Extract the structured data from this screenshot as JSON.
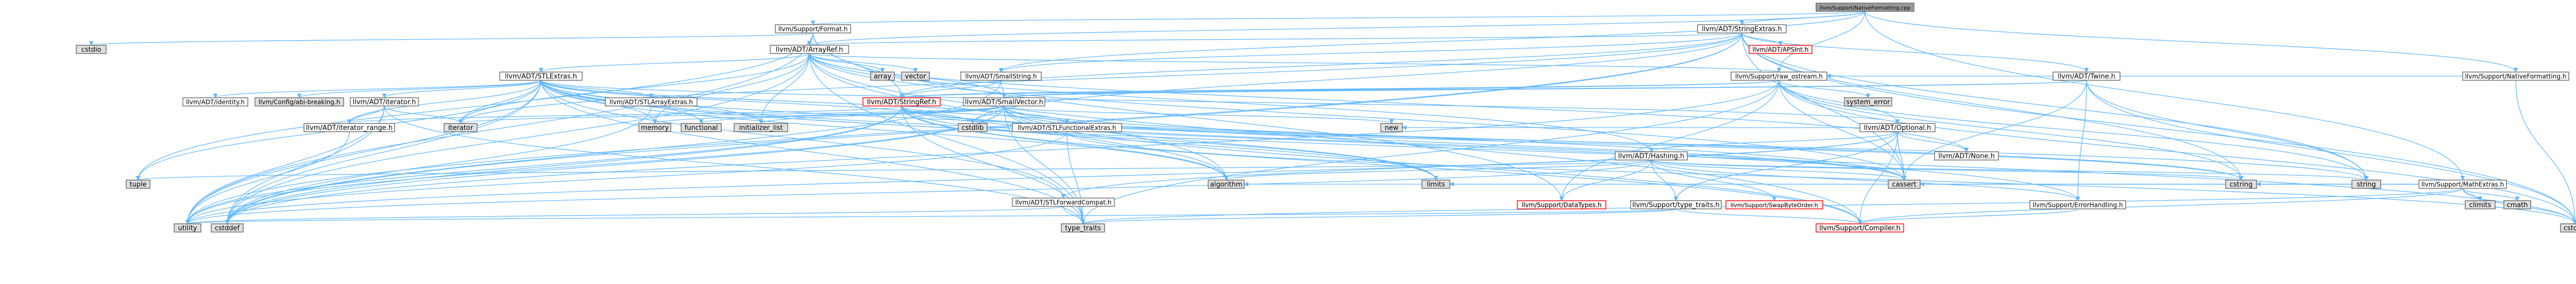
{
  "colors": {
    "root_fill": "#999999",
    "header_fill": "#ffffff",
    "std_fill": "#e0e0e0",
    "red_fill": "#fff0f0",
    "border": "#666666",
    "red_border": "#ff0000",
    "red_text": "#ff0000",
    "edge": "#63b8ff"
  },
  "nodes": [
    {
      "id": "root",
      "label": "llvm/Support/NativeFormatting.cpp",
      "kind": "root"
    },
    {
      "id": "format",
      "label": "llvm/Support/Format.h",
      "kind": "header"
    },
    {
      "id": "stringextras",
      "label": "llvm/ADT/StringExtras.h",
      "kind": "header"
    },
    {
      "id": "cstdio",
      "label": "cstdio",
      "kind": "std"
    },
    {
      "id": "arrayref",
      "label": "llvm/ADT/ArrayRef.h",
      "kind": "header"
    },
    {
      "id": "apsint",
      "label": "llvm/ADT/APSInt.h",
      "kind": "red"
    },
    {
      "id": "stlextras",
      "label": "llvm/ADT/STLExtras.h",
      "kind": "header"
    },
    {
      "id": "array",
      "label": "array",
      "kind": "std"
    },
    {
      "id": "vector",
      "label": "vector",
      "kind": "std"
    },
    {
      "id": "smallstring",
      "label": "llvm/ADT/SmallString.h",
      "kind": "header"
    },
    {
      "id": "rawostream",
      "label": "llvm/Support/raw_ostream.h",
      "kind": "header"
    },
    {
      "id": "twine",
      "label": "llvm/ADT/Twine.h",
      "kind": "header"
    },
    {
      "id": "nativeformatting",
      "label": "llvm/Support/NativeFormatting.h",
      "kind": "header"
    },
    {
      "id": "identity",
      "label": "llvm/ADT/identity.h",
      "kind": "header"
    },
    {
      "id": "configbreaking",
      "label": "llvm/Config/abi-breaking.h",
      "kind": "std"
    },
    {
      "id": "adtiterator",
      "label": "llvm/ADT/iterator.h",
      "kind": "header"
    },
    {
      "id": "stlarrayextras",
      "label": "llvm/ADT/STLArrayExtras.h",
      "kind": "header"
    },
    {
      "id": "stringref",
      "label": "llvm/ADT/StringRef.h",
      "kind": "red"
    },
    {
      "id": "smallvector",
      "label": "llvm/ADT/SmallVector.h",
      "kind": "header"
    },
    {
      "id": "systemerror",
      "label": "system_error",
      "kind": "std"
    },
    {
      "id": "optional",
      "label": "llvm/ADT/Optional.h",
      "kind": "header"
    },
    {
      "id": "iteratorrange",
      "label": "llvm/ADT/iterator_range.h",
      "kind": "header"
    },
    {
      "id": "iterator",
      "label": "iterator",
      "kind": "std"
    },
    {
      "id": "memory",
      "label": "memory",
      "kind": "std"
    },
    {
      "id": "functional",
      "label": "functional",
      "kind": "std"
    },
    {
      "id": "initializerlist",
      "label": "initializer_list",
      "kind": "std"
    },
    {
      "id": "stlfunctionalextras",
      "label": "llvm/ADT/STLFunctionalExtras.h",
      "kind": "header"
    },
    {
      "id": "cstdlib",
      "label": "cstdlib",
      "kind": "std"
    },
    {
      "id": "hashing",
      "label": "llvm/ADT/Hashing.h",
      "kind": "header"
    },
    {
      "id": "new",
      "label": "new",
      "kind": "std"
    },
    {
      "id": "none",
      "label": "llvm/ADT/None.h",
      "kind": "header"
    },
    {
      "id": "tuple",
      "label": "tuple",
      "kind": "std"
    },
    {
      "id": "stlforwardcompat",
      "label": "llvm/ADT/STLForwardCompat.h",
      "kind": "header"
    },
    {
      "id": "algorithm",
      "label": "algorithm",
      "kind": "std"
    },
    {
      "id": "limits",
      "label": "limits",
      "kind": "std"
    },
    {
      "id": "datatypes",
      "label": "llvm/Support/DataTypes.h",
      "kind": "red"
    },
    {
      "id": "typetraitsh",
      "label": "llvm/Support/type_traits.h",
      "kind": "header"
    },
    {
      "id": "swapbyteorder",
      "label": "llvm/Support/SwapByteOrder.h",
      "kind": "red"
    },
    {
      "id": "mathextras",
      "label": "llvm/Support/MathExtras.h",
      "kind": "header"
    },
    {
      "id": "cassert",
      "label": "cassert",
      "kind": "std"
    },
    {
      "id": "errorhandling",
      "label": "llvm/Support/ErrorHandling.h",
      "kind": "header"
    },
    {
      "id": "cstring",
      "label": "cstring",
      "kind": "std"
    },
    {
      "id": "string",
      "label": "string",
      "kind": "std"
    },
    {
      "id": "climits",
      "label": "climits",
      "kind": "std"
    },
    {
      "id": "cmath",
      "label": "cmath",
      "kind": "std"
    },
    {
      "id": "utility",
      "label": "utility",
      "kind": "std"
    },
    {
      "id": "cstddef",
      "label": "cstddef",
      "kind": "std"
    },
    {
      "id": "typetraits",
      "label": "type_traits",
      "kind": "std"
    },
    {
      "id": "compiler",
      "label": "llvm/Support/Compiler.h",
      "kind": "red"
    },
    {
      "id": "cstdint",
      "label": "cstdint",
      "kind": "std"
    }
  ],
  "edges": [
    [
      "root",
      "format"
    ],
    [
      "root",
      "stringextras"
    ],
    [
      "root",
      "nativeformatting"
    ],
    [
      "root",
      "arrayref"
    ],
    [
      "root",
      "smallstring"
    ],
    [
      "root",
      "rawostream"
    ],
    [
      "root",
      "mathextras"
    ],
    [
      "format",
      "cstdio"
    ],
    [
      "format",
      "arrayref"
    ],
    [
      "format",
      "stringref"
    ],
    [
      "format",
      "datatypes"
    ],
    [
      "format",
      "tuple"
    ],
    [
      "format",
      "utility"
    ],
    [
      "stringextras",
      "apsint"
    ],
    [
      "stringextras",
      "arrayref"
    ],
    [
      "stringextras",
      "smallstring"
    ],
    [
      "stringextras",
      "stringref"
    ],
    [
      "stringextras",
      "twine"
    ],
    [
      "stringextras",
      "cassert"
    ],
    [
      "stringextras",
      "cstddef"
    ],
    [
      "stringextras",
      "cstdint"
    ],
    [
      "stringextras",
      "cstdlib"
    ],
    [
      "stringextras",
      "cstring"
    ],
    [
      "stringextras",
      "iterator"
    ],
    [
      "stringextras",
      "string"
    ],
    [
      "stringextras",
      "utility"
    ],
    [
      "arrayref",
      "hashing"
    ],
    [
      "arrayref",
      "none"
    ],
    [
      "arrayref",
      "smallvector"
    ],
    [
      "arrayref",
      "stlextras"
    ],
    [
      "arrayref",
      "compiler"
    ],
    [
      "arrayref",
      "algorithm"
    ],
    [
      "arrayref",
      "array"
    ],
    [
      "arrayref",
      "cassert"
    ],
    [
      "arrayref",
      "cstddef"
    ],
    [
      "arrayref",
      "initializerlist"
    ],
    [
      "arrayref",
      "iterator"
    ],
    [
      "arrayref",
      "memory"
    ],
    [
      "arrayref",
      "typetraits"
    ],
    [
      "arrayref",
      "vector"
    ],
    [
      "stlextras",
      "identity"
    ],
    [
      "stlextras",
      "configbreaking"
    ],
    [
      "stlextras",
      "adtiterator"
    ],
    [
      "stlextras",
      "stlarrayextras"
    ],
    [
      "stlextras",
      "iteratorrange"
    ],
    [
      "stlextras",
      "stlforwardcompat"
    ],
    [
      "stlextras",
      "stlfunctionalextras"
    ],
    [
      "stlextras",
      "errorhandling"
    ],
    [
      "stlextras",
      "optional"
    ],
    [
      "stlextras",
      "algorithm"
    ],
    [
      "stlextras",
      "cassert"
    ],
    [
      "stlextras",
      "cstddef"
    ],
    [
      "stlextras",
      "cstdint"
    ],
    [
      "stlextras",
      "cstdlib"
    ],
    [
      "stlextras",
      "functional"
    ],
    [
      "stlextras",
      "initializerlist"
    ],
    [
      "stlextras",
      "iterator"
    ],
    [
      "stlextras",
      "limits"
    ],
    [
      "stlextras",
      "memory"
    ],
    [
      "stlextras",
      "tuple"
    ],
    [
      "stlextras",
      "typetraits"
    ],
    [
      "stlextras",
      "utility"
    ],
    [
      "adtiterator",
      "iteratorrange"
    ],
    [
      "adtiterator",
      "cstddef"
    ],
    [
      "adtiterator",
      "iterator"
    ],
    [
      "adtiterator",
      "typetraits"
    ],
    [
      "adtiterator",
      "utility"
    ],
    [
      "iteratorrange",
      "utility"
    ],
    [
      "stlarrayextras",
      "cstddef"
    ],
    [
      "stlfunctionalextras",
      "stlextras"
    ],
    [
      "stlfunctionalextras",
      "cstdint"
    ],
    [
      "stlfunctionalextras",
      "typetraits"
    ],
    [
      "stlfunctionalextras",
      "utility"
    ],
    [
      "stlforwardcompat",
      "typetraits"
    ],
    [
      "stlforwardcompat",
      "utility"
    ],
    [
      "smallstring",
      "smallvector"
    ],
    [
      "smallstring",
      "stringref"
    ],
    [
      "smallstring",
      "cstddef"
    ],
    [
      "smallvector",
      "compiler"
    ],
    [
      "smallvector",
      "typetraits"
    ],
    [
      "smallvector",
      "algorithm"
    ],
    [
      "smallvector",
      "cassert"
    ],
    [
      "smallvector",
      "cstddef"
    ],
    [
      "smallvector",
      "cstdlib"
    ],
    [
      "smallvector",
      "cstring"
    ],
    [
      "smallvector",
      "functional"
    ],
    [
      "smallvector",
      "initializerlist"
    ],
    [
      "smallvector",
      "iterator"
    ],
    [
      "smallvector",
      "limits"
    ],
    [
      "smallvector",
      "memory"
    ],
    [
      "smallvector",
      "new"
    ],
    [
      "smallvector",
      "utility"
    ],
    [
      "stringref",
      "stlfunctionalextras"
    ],
    [
      "stringref",
      "iteratorrange"
    ],
    [
      "stringref",
      "compiler"
    ],
    [
      "stringref",
      "algorithm"
    ],
    [
      "stringref",
      "cassert"
    ],
    [
      "stringref",
      "cstddef"
    ],
    [
      "stringref",
      "cstring"
    ],
    [
      "stringref",
      "limits"
    ],
    [
      "stringref",
      "string"
    ],
    [
      "stringref",
      "typetraits"
    ],
    [
      "stringref",
      "utility"
    ],
    [
      "rawostream",
      "arrayref"
    ],
    [
      "rawostream",
      "smallvector"
    ],
    [
      "rawostream",
      "stringref"
    ],
    [
      "rawostream",
      "datatypes"
    ],
    [
      "rawostream",
      "cassert"
    ],
    [
      "rawostream",
      "cstddef"
    ],
    [
      "rawostream",
      "cstdint"
    ],
    [
      "rawostream",
      "cstring"
    ],
    [
      "rawostream",
      "string"
    ],
    [
      "rawostream",
      "systemerror"
    ],
    [
      "rawostream",
      "typetraits"
    ],
    [
      "rawostream",
      "optional"
    ],
    [
      "twine",
      "smallvector"
    ],
    [
      "twine",
      "stringref"
    ],
    [
      "twine",
      "errorhandling"
    ],
    [
      "twine",
      "cassert"
    ],
    [
      "twine",
      "cstdint"
    ],
    [
      "twine",
      "string"
    ],
    [
      "optional",
      "hashing"
    ],
    [
      "optional",
      "none"
    ],
    [
      "optional",
      "stlforwardcompat"
    ],
    [
      "optional",
      "compiler"
    ],
    [
      "optional",
      "typetraitsh"
    ],
    [
      "optional",
      "cassert"
    ],
    [
      "optional",
      "new"
    ],
    [
      "optional",
      "utility"
    ],
    [
      "hashing",
      "datatypes"
    ],
    [
      "hashing",
      "errorhandling"
    ],
    [
      "hashing",
      "swapbyteorder"
    ],
    [
      "hashing",
      "typetraitsh"
    ],
    [
      "hashing",
      "algorithm"
    ],
    [
      "hashing",
      "cassert"
    ],
    [
      "hashing",
      "cstring"
    ],
    [
      "hashing",
      "string"
    ],
    [
      "hashing",
      "tuple"
    ],
    [
      "hashing",
      "utility"
    ],
    [
      "typetraitsh",
      "compiler"
    ],
    [
      "typetraitsh",
      "typetraits"
    ],
    [
      "typetraitsh",
      "utility"
    ],
    [
      "errorhandling",
      "compiler"
    ],
    [
      "nativeformatting",
      "cstdint"
    ],
    [
      "nativeformatting",
      "rawostream"
    ],
    [
      "mathextras",
      "compiler"
    ],
    [
      "mathextras",
      "algorithm"
    ],
    [
      "mathextras",
      "cassert"
    ],
    [
      "mathextras",
      "climits"
    ],
    [
      "mathextras",
      "cmath"
    ],
    [
      "mathextras",
      "cstdint"
    ],
    [
      "mathextras",
      "cstring"
    ],
    [
      "mathextras",
      "limits"
    ],
    [
      "mathextras",
      "typetraits"
    ]
  ]
}
